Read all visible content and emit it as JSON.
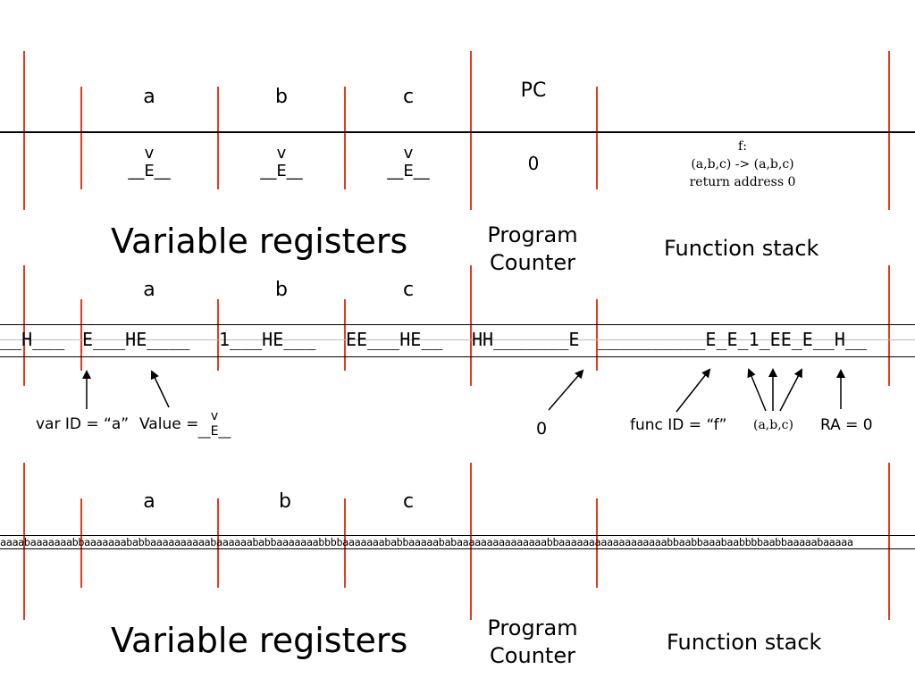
{
  "colors": {
    "divider": "#e63a1d",
    "line": "#000000",
    "background": "#ffffff"
  },
  "panel1": {
    "registers": [
      {
        "name": "a",
        "caret": "v",
        "value": "__E__"
      },
      {
        "name": "b",
        "caret": "v",
        "value": "__E__"
      },
      {
        "name": "c",
        "caret": "v",
        "value": "__E__"
      }
    ],
    "pc_label": "PC",
    "pc_value": "0",
    "stack_entry": [
      "f:",
      "(a,b,c) -> (a,b,c)",
      "return address 0"
    ],
    "caption_registers": "Variable registers",
    "caption_pc": [
      "Program",
      "Counter"
    ],
    "caption_stack": "Function stack"
  },
  "panel2": {
    "registers": [
      "a",
      "b",
      "c"
    ],
    "tape_segments": [
      "__H___",
      "E___HE____",
      "1___HE___",
      "EE___HE__",
      "HH_______E",
      "__________E_E_1_EE_E__H__"
    ],
    "annotations": {
      "var_id": "var ID = “a”",
      "value_prefix": "Value =",
      "value_caret": "v",
      "value_value": "__E__",
      "pc_value": "0",
      "func_id": "func ID = “f”",
      "args": "(a,b,c)",
      "ra": "RA = 0"
    }
  },
  "panel3": {
    "registers": [
      "a",
      "b",
      "c"
    ],
    "tape": "aaaabaaaaaaabbaaaaaaababbaaaaaaaaaabaaaaaababbaaaaaaabbbbaaaaaaababbaaaaababaaaaaaaaaaaaaaabbaaaaaaaaaaaaaaaaaabbaabbaaabaabbbbaabbaaaaabaaaaa",
    "caption_registers": "Variable registers",
    "caption_pc": [
      "Program",
      "Counter"
    ],
    "caption_stack": "Function stack"
  }
}
